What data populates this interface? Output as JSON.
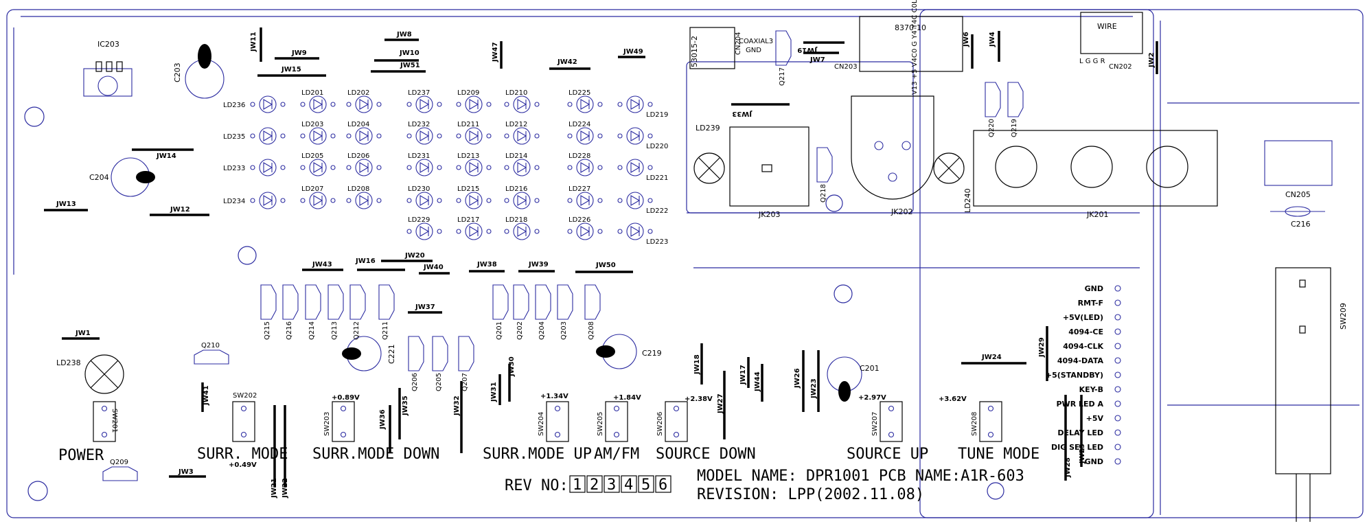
{
  "board": {
    "model_line": "MODEL NAME: DPR1001  PCB NAME:A1R-603",
    "revision_line": "REVISION: LPP(2002.11.08)",
    "rev_label": "REV NO:",
    "rev_boxes": [
      "1",
      "2",
      "3",
      "4",
      "5",
      "6"
    ]
  },
  "buttons": [
    {
      "label": "POWER",
      "ref": "SW201",
      "voltage": ""
    },
    {
      "label": "SURR. MODE",
      "ref": "SW202",
      "voltage": "+0.49V"
    },
    {
      "label": "SURR.MODE DOWN",
      "ref": "SW203",
      "voltage": "+0.89V"
    },
    {
      "label": "SURR.MODE UP",
      "ref": "SW204",
      "voltage": "+1.34V"
    },
    {
      "label": "AM/FM",
      "ref": "SW205",
      "voltage": "+1.84V"
    },
    {
      "label": "SOURCE DOWN",
      "ref": "SW206",
      "voltage": "+2.38V"
    },
    {
      "label": "SOURCE UP",
      "ref": "SW207",
      "voltage": "+2.97V"
    },
    {
      "label": "TUNE MODE",
      "ref": "SW208",
      "voltage": "+3.62V"
    }
  ],
  "connector_pins": [
    "GND",
    "RMT-F",
    "+5V(LED)",
    "4094-CE",
    "4094-CLK",
    "4094-DATA",
    "+5(STANDBY)",
    "KEY-B",
    "PWR LED A",
    "+5V",
    "DELAY LED",
    "DIG SEL LED",
    "GND"
  ],
  "components": {
    "ic": "IC203",
    "capacitors": [
      "C203",
      "C204",
      "C221",
      "C219",
      "C201",
      "C216"
    ],
    "connectors": [
      "CN204",
      "CN203",
      "CN202",
      "CN205"
    ],
    "jacks": [
      "JK203",
      "JK202",
      "JK201"
    ],
    "transistors": [
      "Q215",
      "Q216",
      "Q214",
      "Q213",
      "Q212",
      "Q211",
      "Q206",
      "Q205",
      "Q207",
      "Q201",
      "Q202",
      "Q204",
      "Q203",
      "Q208",
      "Q210",
      "Q209",
      "Q217",
      "Q218",
      "Q219",
      "Q220"
    ],
    "switch_main": "SW209",
    "part_8370": "8370-10",
    "part_53015": "53015-2",
    "wire_label": "WIRE",
    "coaxial": "COAXIAL3",
    "gnd": "GND",
    "led_238": "LD238",
    "led_239": "LD239",
    "led_240": "LD240",
    "cn202_pins": "L G G R"
  },
  "led_grid": [
    [
      "LD236",
      "LD201",
      "LD202",
      "LD237",
      "LD209",
      "LD210",
      "LD225",
      "LD219"
    ],
    [
      "LD235",
      "LD203",
      "LD204",
      "LD232",
      "LD211",
      "LD212",
      "LD224",
      "LD220"
    ],
    [
      "LD233",
      "LD205",
      "LD206",
      "LD231",
      "LD213",
      "LD214",
      "LD228",
      "LD221"
    ],
    [
      "LD234",
      "LD207",
      "LD208",
      "LD230",
      "LD215",
      "LD216",
      "LD227",
      "LD222"
    ],
    [
      "",
      "",
      "",
      "LD229",
      "LD217",
      "LD218",
      "LD226",
      "LD223"
    ]
  ],
  "jumpers": [
    "JW11",
    "JW9",
    "JW15",
    "JW8",
    "JW10",
    "JW51",
    "JW47",
    "JW42",
    "JW49",
    "JW14",
    "JW13",
    "JW12",
    "JW43",
    "JW16",
    "JW20",
    "JW40",
    "JW38",
    "JW39",
    "JW50",
    "JW37",
    "JW1",
    "JW41",
    "JW3",
    "JW21",
    "JW22",
    "JW36",
    "JW35",
    "JW32",
    "JW31",
    "JW30",
    "JW18",
    "JW27",
    "JW17",
    "JW44",
    "JW26",
    "JW23",
    "JW24",
    "JW29",
    "JW28",
    "JW25",
    "JW6",
    "JW4",
    "JW2",
    "JW7",
    "JW19",
    "JW33"
  ],
  "jack_pins": "V13 +5 V4C0 G Y4 Y4C C0LED"
}
